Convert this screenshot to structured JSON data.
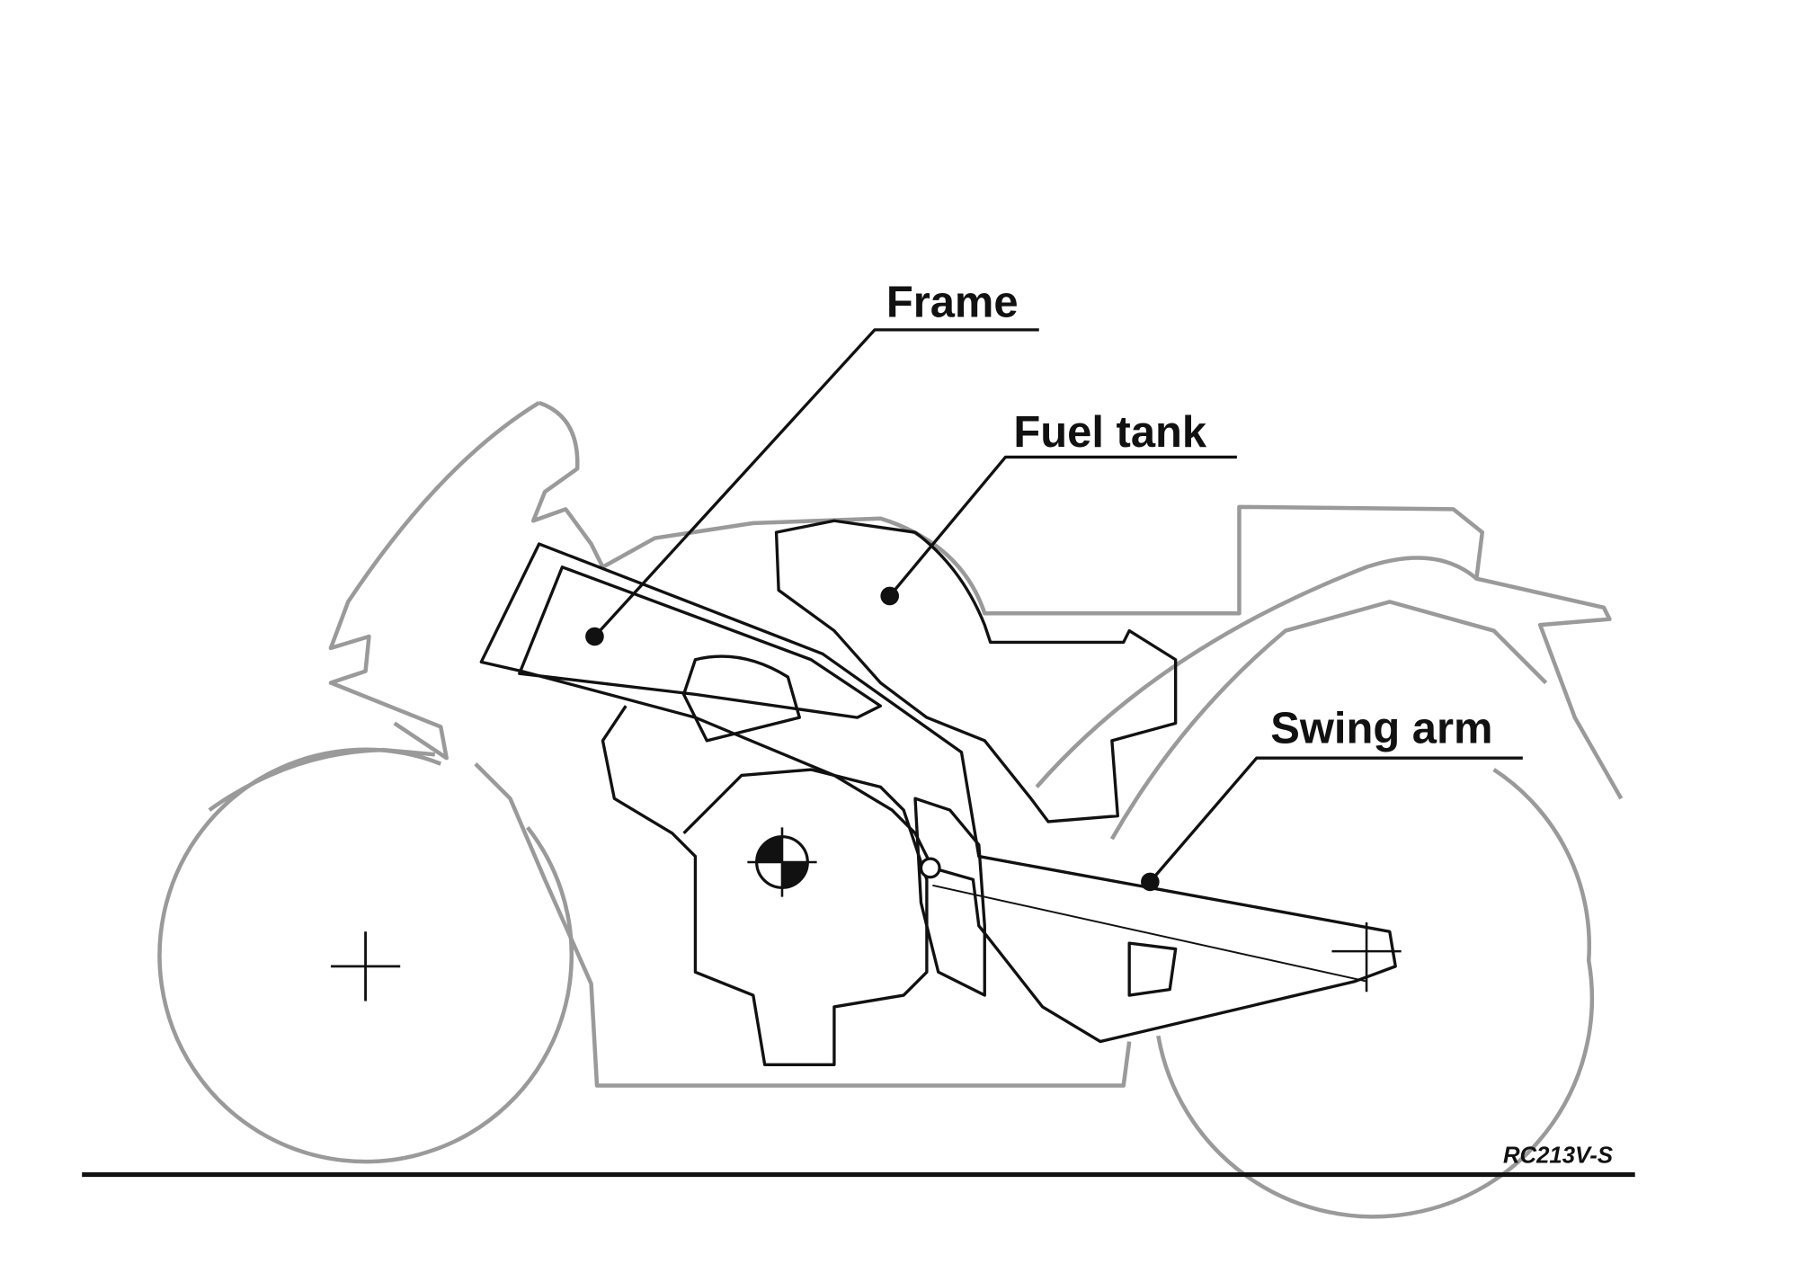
{
  "diagram": {
    "labels": {
      "frame": "Frame",
      "fuel_tank": "Fuel tank",
      "swing_arm": "Swing arm"
    },
    "model": "RC213V-S"
  }
}
